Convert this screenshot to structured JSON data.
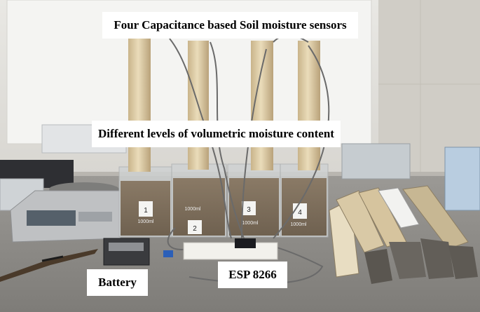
{
  "labels": {
    "sensors": "Four Capacitance based Soil moisture sensors",
    "levels": "Different levels of volumetric moisture content",
    "battery": "Battery",
    "esp": "ESP 8266"
  },
  "beakers": {
    "b1": "1",
    "b2": "2",
    "b3": "3",
    "b4": "4",
    "volume": "1000ml"
  }
}
